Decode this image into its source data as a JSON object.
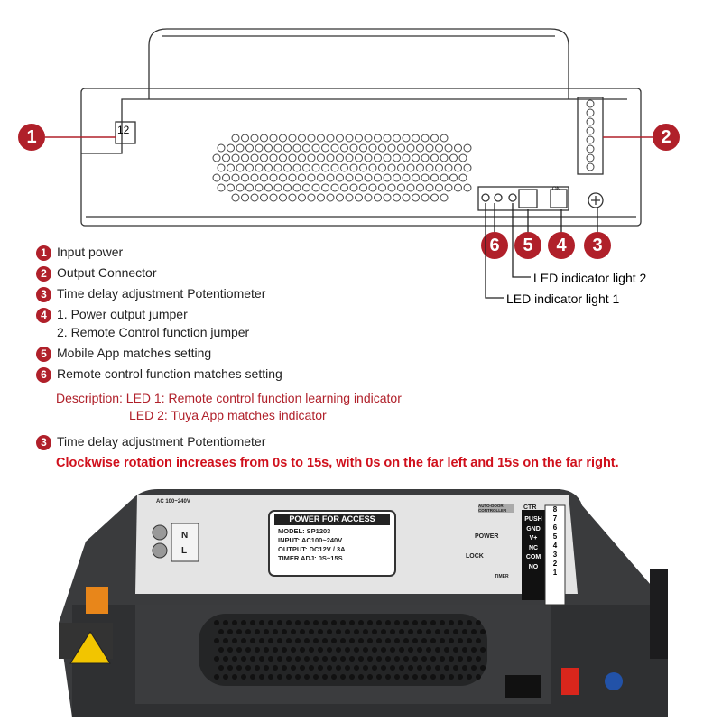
{
  "callouts": {
    "c1": "1",
    "c2": "2",
    "c3": "3",
    "c4": "4",
    "c5": "5",
    "c6": "6"
  },
  "drawing": {
    "input_terminal": "12",
    "jumper_label": "ON",
    "led_labels": {
      "led2": "LED indicator light 2",
      "led1": "LED indicator light 1"
    }
  },
  "legend": [
    {
      "num": "1",
      "text": "Input power"
    },
    {
      "num": "2",
      "text": "Output Connector"
    },
    {
      "num": "3",
      "text": "Time delay adjustment Potentiometer"
    },
    {
      "num": "4",
      "text": "1. Power output jumper",
      "text2": "2. Remote Control function jumper"
    },
    {
      "num": "5",
      "text": "Mobile App matches setting"
    },
    {
      "num": "6",
      "text": "Remote control function matches setting"
    }
  ],
  "description": {
    "line1": "Description: LED 1: Remote control function learning indicator",
    "line2": "LED 2: Tuya App matches indicator"
  },
  "potentiometer": {
    "num": "3",
    "title": "Time delay adjustment Potentiometer",
    "note": "Clockwise rotation increases from 0s to 15s, with 0s on the far left and 15s on the far right."
  },
  "device_label": {
    "ac": "AC 100~240V",
    "n": "N",
    "l": "L",
    "brand": "POWER FOR ACCESS",
    "model": "MODEL: SP1203",
    "input": "INPUT: AC100~240V",
    "output": "OUTPUT: DC12V / 3A",
    "timer": "TIMER ADJ: 0S~15S",
    "auto_door": "AUTO-DOOR CONTROLLER",
    "ctr": "CTR",
    "power": "POWER",
    "lock": "LOCK",
    "timer_small": "TIMER",
    "terminals": [
      "PUSH",
      "GND",
      "V+",
      "NC",
      "COM",
      "NO"
    ],
    "numbers": [
      "8",
      "7",
      "6",
      "5",
      "4",
      "3",
      "2",
      "1"
    ]
  },
  "colors": {
    "accent": "#b0202a",
    "note_red": "#d0101c",
    "housing": "#3a3b3d"
  }
}
